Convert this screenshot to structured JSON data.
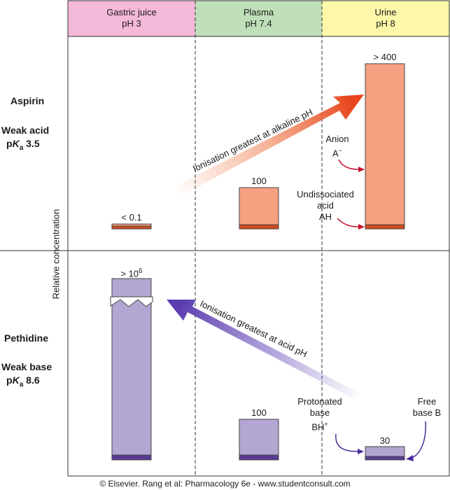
{
  "columns": [
    {
      "name": "Gastric juice",
      "ph": "pH 3",
      "color": "#f4b8d8"
    },
    {
      "name": "Plasma",
      "ph": "pH 7.4",
      "color": "#bfdfb8"
    },
    {
      "name": "Urine",
      "ph": "pH 8",
      "color": "#fdf7a9"
    }
  ],
  "axis_label": "Relative concentration",
  "aspirin": {
    "drug": "Aspirin",
    "type": "Weak acid",
    "pka_prefix": "p",
    "pka_k": "K",
    "pka_sub": "a",
    "pka_value": " 3.5",
    "values": {
      "gastric": "< 0.1",
      "plasma": "100",
      "urine": "> 400"
    },
    "arrow_text": "Ionisation greatest at alkaline pH",
    "anion_label": "Anion",
    "anion_symbol": "A",
    "anion_sup": "−",
    "undissociated_line1": "Undissociated",
    "undissociated_line2": "acid",
    "undissociated_line3": "AH",
    "color": "#f5a080",
    "dark_color": "#d04c1e"
  },
  "pethidine": {
    "drug": "Pethidine",
    "type": "Weak base",
    "pka_prefix": "p",
    "pka_k": "K",
    "pka_sub": "a",
    "pka_value": " 8.6",
    "values": {
      "gastric_base": "> 10",
      "gastric_exp": "6",
      "plasma": "100",
      "urine": "30"
    },
    "arrow_text": "Ionisation greatest at acid pH",
    "protonated_line1": "Protonated",
    "protonated_line2": "base",
    "protonated_symbol": "BH",
    "protonated_sup": "+",
    "free_line1": "Free",
    "free_line2": "base B",
    "color": "#b3a6d2",
    "dark_color": "#5a3b93"
  },
  "footer": "© Elsevier. Rang et al: Pharmacology 6e - www.studentconsult.com"
}
